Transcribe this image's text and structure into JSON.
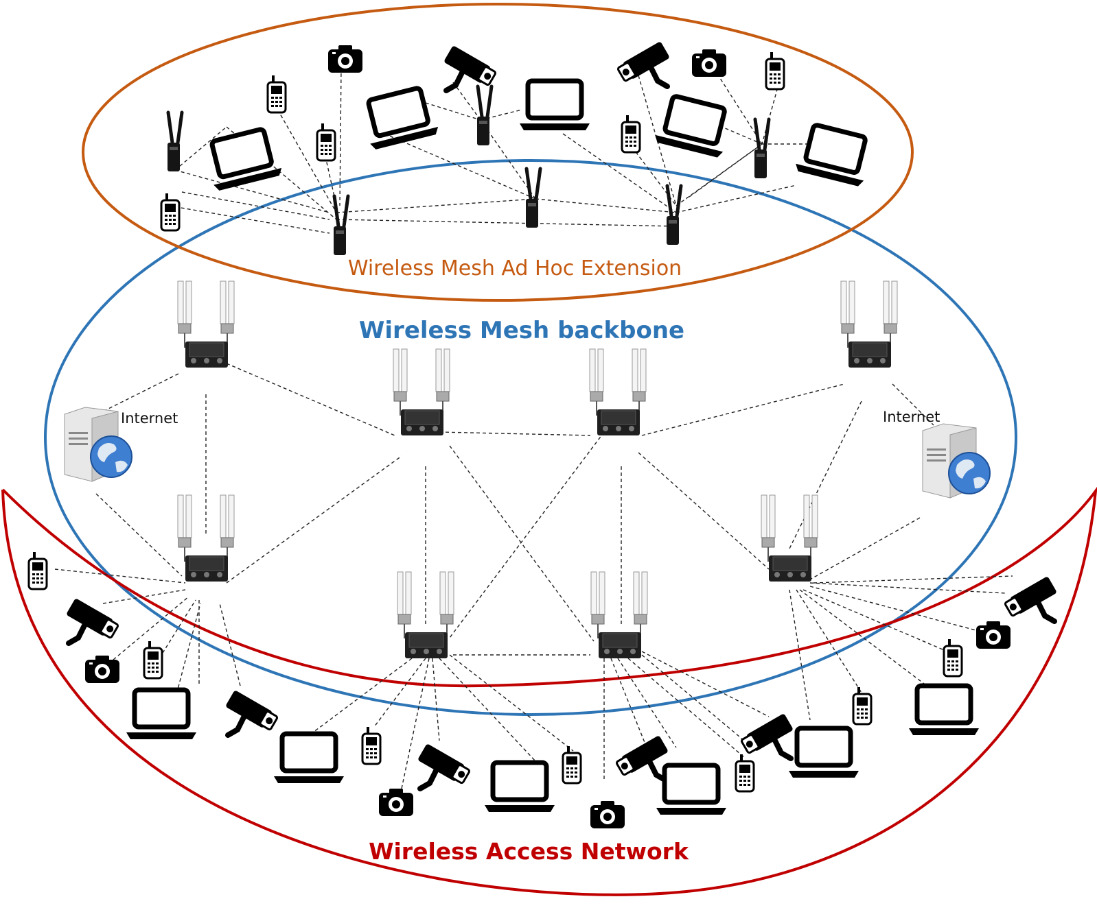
{
  "zones": {
    "adhoc": {
      "label": "Wireless Mesh Ad Hoc Extension",
      "color": "#c55a11"
    },
    "backbone": {
      "label": "Wireless Mesh backbone",
      "color": "#2e75b6"
    },
    "access": {
      "label": "Wireless Access Network",
      "color": "#c00000"
    }
  },
  "servers": [
    {
      "label": "Internet",
      "icon": "server-globe-icon"
    },
    {
      "label": "Internet",
      "icon": "server-globe-icon"
    }
  ],
  "icons": {
    "router": "mesh-router-icon",
    "radio": "mesh-radio-icon",
    "laptop": "laptop-icon",
    "phone": "cell-phone-icon",
    "camera": "photo-camera-icon",
    "cctv": "cctv-camera-icon"
  },
  "links": {
    "style": "dashed",
    "color": "#222222"
  }
}
